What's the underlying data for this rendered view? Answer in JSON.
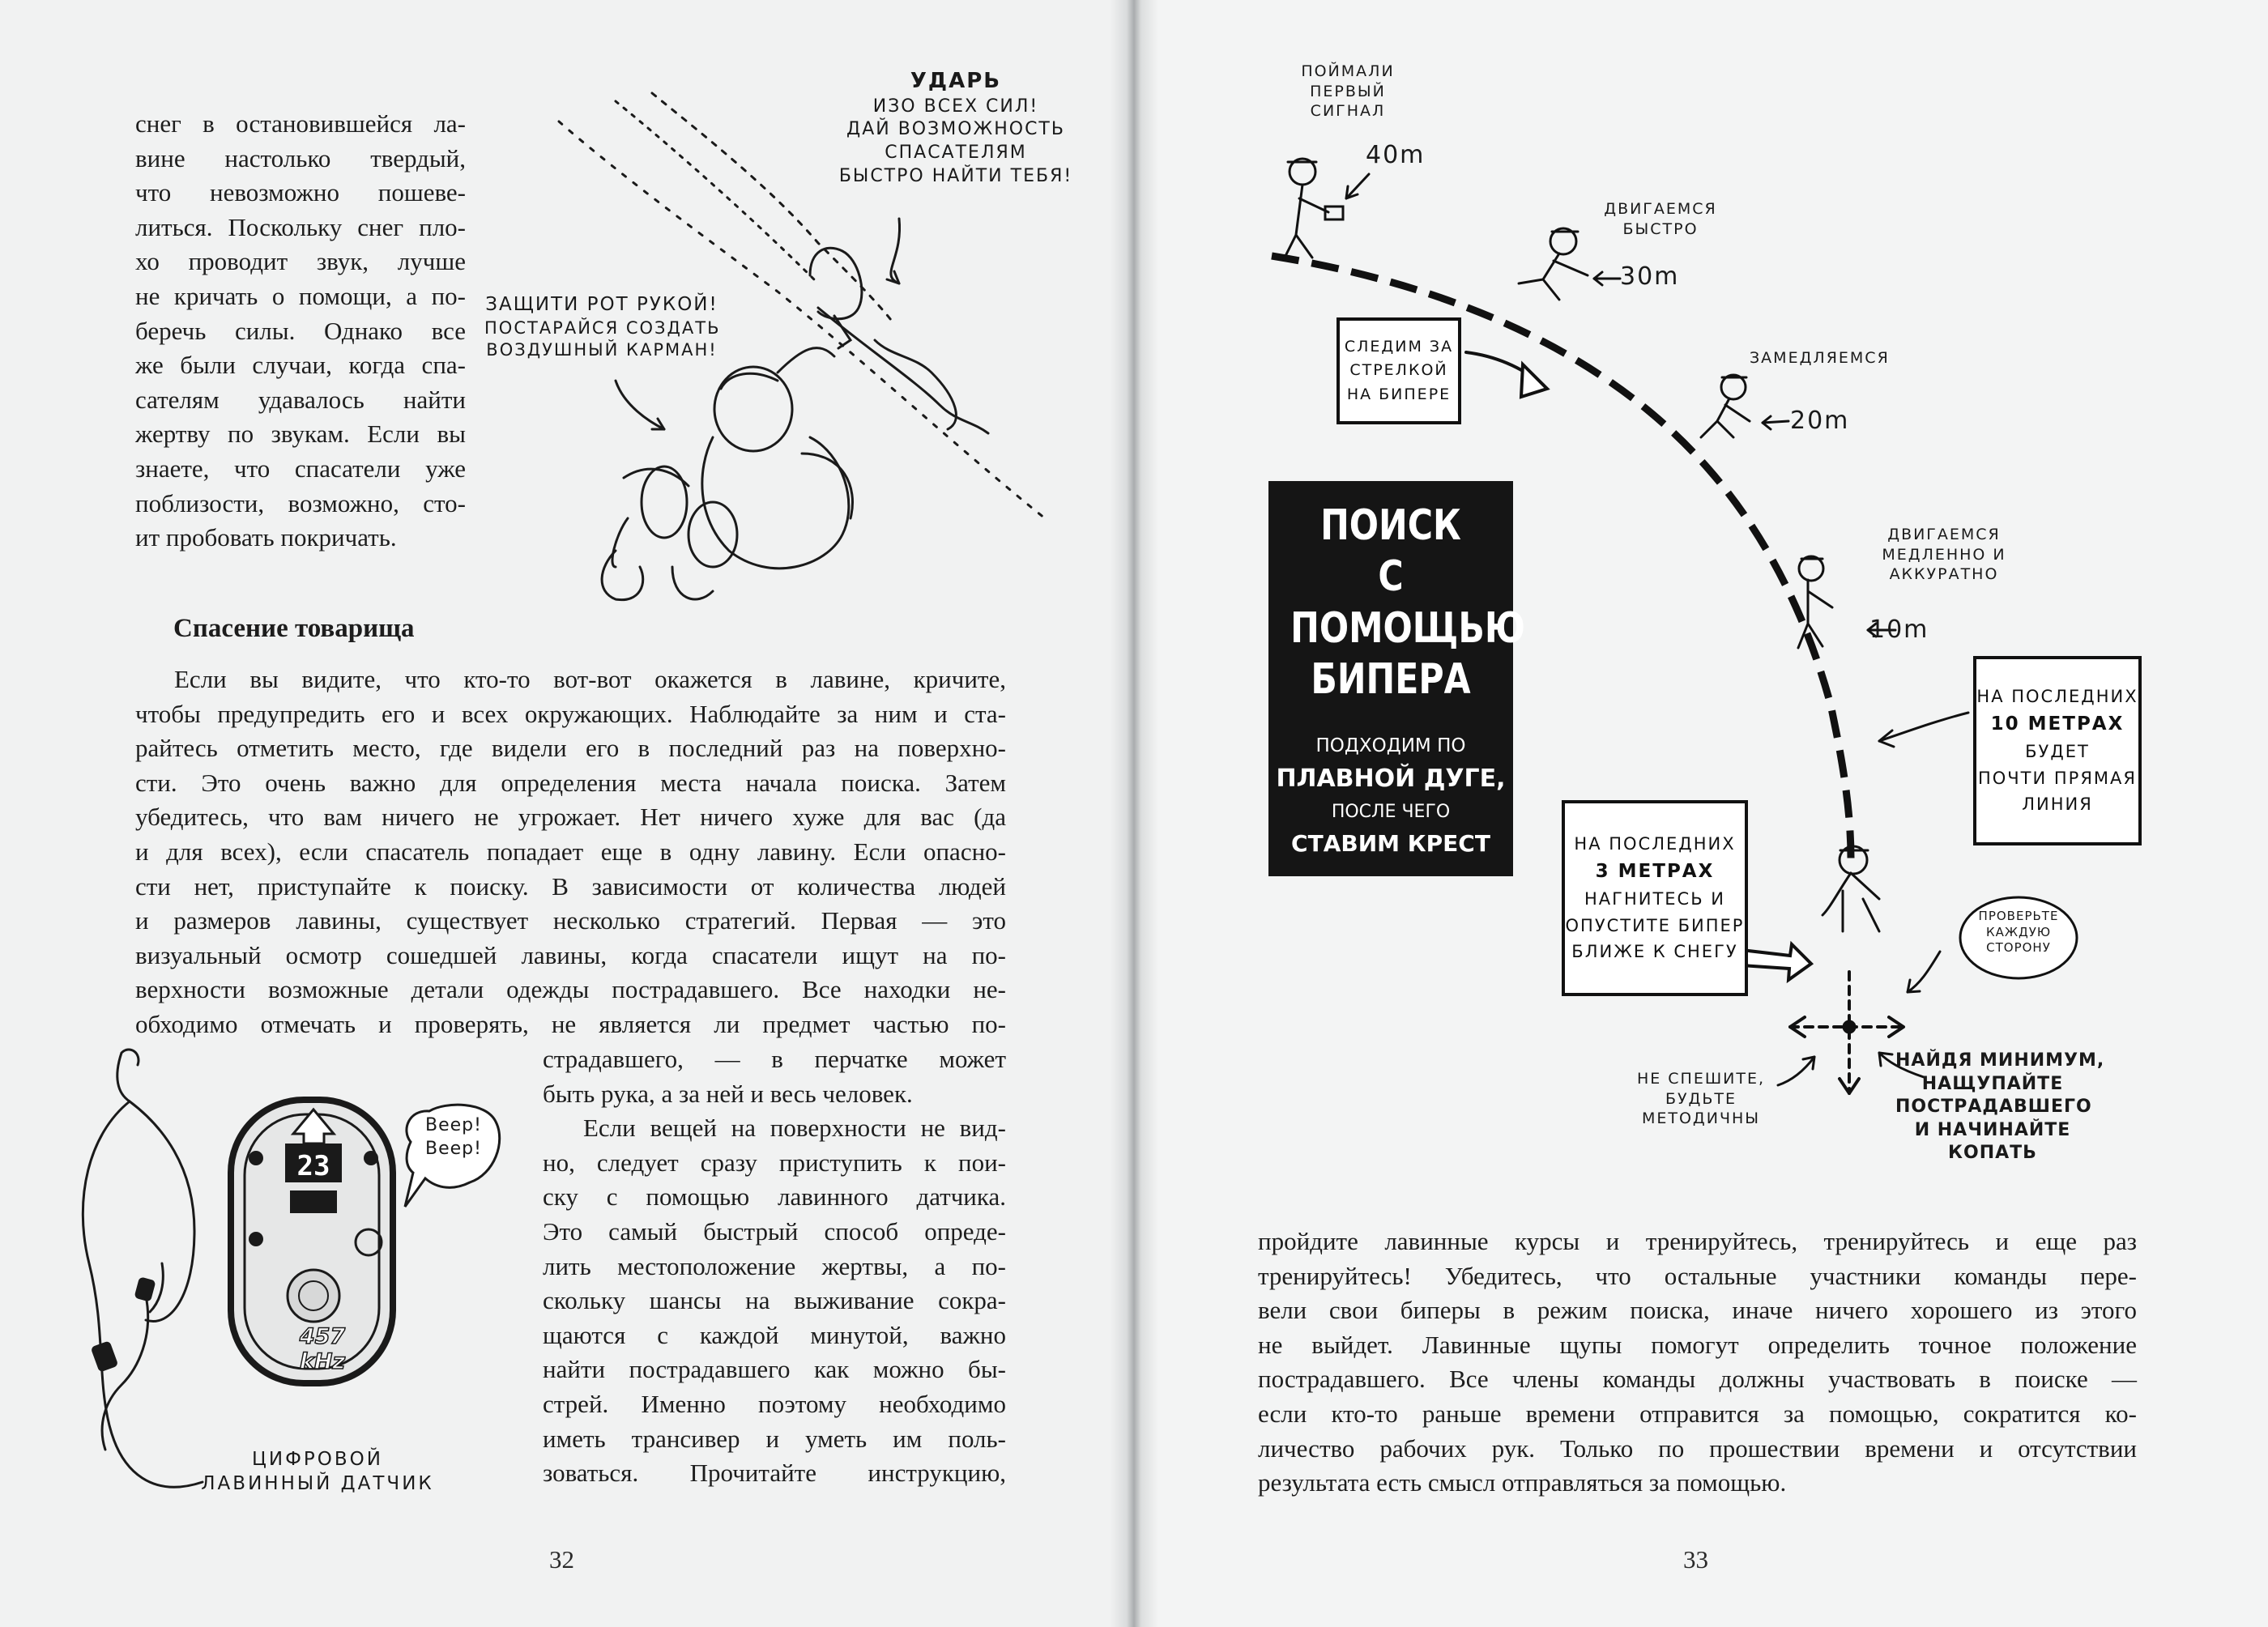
{
  "left_page": {
    "intro_lines": [
      "снег в остановившейся ла-",
      "вине настолько твердый,",
      "что невозможно пошеве-",
      "литься. Поскольку снег пло-",
      "хо проводит звук, лучше",
      "не кричать о помощи, а по-",
      "беречь силы. Однако все",
      "же были случаи, когда спа-",
      "сателям удавалось найти",
      "жертву по звукам. Если вы",
      "знаете, что спасатели уже",
      "поблизости, возможно, сто-",
      "ит пробовать покричать."
    ],
    "section_heading": "Спасение товарища",
    "body_lines": [
      "Если вы видите, что кто-то вот-вот окажется в лавине, кричите,",
      "чтобы предупредить его и всех окружающих. Наблюдайте за ним и ста-",
      "райтесь отметить место, где видели его в последний раз на поверхно-",
      "сти. Это очень важно для определения места начала поиска. Затем",
      "убедитесь, что вам ничего не угрожает. Нет ничего хуже для вас (да",
      "и для всех), если спасатель попадает еще в одну лавину. Если опасно-",
      "сти нет, приступайте к поиску. В зависимости от количества людей",
      "и размеров лавины, существует несколько стратегий. Первая — это",
      "визуальный осмотр сошедшей лавины, когда спасатели ищут на по-",
      "верхности возможные детали одежды пострадавшего. Все находки не-",
      "обходимо отмечать и проверять, не является ли предмет частью по-"
    ],
    "column_lines": [
      "страдавшего, — в перчатке может",
      "быть рука, а за ней и весь человек.",
      "Если вещей на поверхности не вид-",
      "но, следует сразу приступить к пои-",
      "ску с помощью лавинного датчика.",
      "Это самый быстрый способ опреде-",
      "лить местоположение жертвы, а по-",
      "скольку шансы на выживание сокра-",
      "щаются с каждой минутой, важно",
      "найти пострадавшего как можно бы-",
      "стрей. Именно поэтому необходимо",
      "иметь трансивер и уметь им поль-",
      "зоваться. Прочитайте инструкцию,"
    ],
    "callout_punch": {
      "head": "Ударь",
      "lines": [
        "изо всех сил!",
        "Дай возможность",
        "спасателям",
        "быстро найти тебя!"
      ]
    },
    "callout_mouth": {
      "lines": [
        "Защити рот рукой!",
        "Постарайся создать",
        "воздушный карман!"
      ]
    },
    "device_display": "23",
    "device_freq": "457 kHz",
    "beep_text": [
      "Beep!",
      "Beep!"
    ],
    "device_caption": [
      "Цифровой",
      "лавинный датчик"
    ],
    "page_number": "32"
  },
  "right_page": {
    "title_box": {
      "title_lines": [
        "Поиск",
        "с помощью",
        "бипера"
      ],
      "sub_lines": [
        "подходим по",
        "плавной дуге,",
        "после чего",
        "ставим крест"
      ]
    },
    "arc_labels": {
      "first_signal": [
        "Поймали",
        "первый",
        "сигнал"
      ],
      "fast": [
        "Двигаемся",
        "быстро"
      ],
      "slow_down": [
        "Замедляемся"
      ],
      "careful": [
        "Двигаемся",
        "медленно и",
        "аккуратно"
      ]
    },
    "distances": [
      "40m",
      "30m",
      "20m",
      "10m"
    ],
    "follow_box": [
      "Следим за",
      "стрелкой",
      "на бипере"
    ],
    "last10_box": [
      "На последних",
      "10 метрах",
      "будет",
      "почти прямая",
      "линия"
    ],
    "last3_box": [
      "На последних",
      "3 метрах",
      "нагнитесь и",
      "опустите бипер",
      "ближе к снегу"
    ],
    "check_bubble": [
      "Проверьте",
      "каждую",
      "сторону"
    ],
    "dont_hurry": [
      "Не спешите,",
      "будьте",
      "методичны"
    ],
    "find_minimum": [
      "Найдя минимум,",
      "нащупайте",
      "пострадавшего",
      "и начинайте",
      "копать"
    ],
    "body_lines": [
      "пройдите лавинные курсы и тренируйтесь, тренируйтесь и еще раз",
      "тренируйтесь! Убедитесь, что остальные участники команды пере-",
      "вели свои биперы в режим поиска, иначе ничего хорошего из этого",
      "не выйдет. Лавинные щупы помогут определить точное положение",
      "пострадавшего. Все члены команды должны участвовать в поиске —",
      "если кто-то раньше времени отправится за помощью, сократится ко-",
      "личество рабочих рук. Только по прошествии времени и отсутствии",
      "результата есть смысл отправляться за помощью."
    ],
    "page_number": "33"
  }
}
